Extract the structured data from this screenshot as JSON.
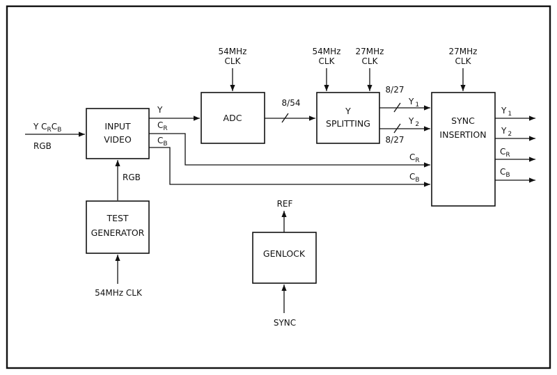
{
  "blocks": {
    "input_video": [
      "INPUT",
      "VIDEO"
    ],
    "test_generator": [
      "TEST",
      "GENERATOR"
    ],
    "adc": "ADC",
    "y_splitting": [
      "Y",
      "SPLITTING"
    ],
    "sync_insertion": [
      "SYNC",
      "INSERTION"
    ],
    "genlock": "GENLOCK"
  },
  "clocks": {
    "adc": [
      "54MHz",
      "CLK"
    ],
    "split_54": [
      "54MHz",
      "CLK"
    ],
    "split_27": [
      "27MHz",
      "CLK"
    ],
    "sync_27": [
      "27MHz",
      "CLK"
    ],
    "test_gen": "54MHz  CLK"
  },
  "signals": {
    "input_ycrcb": {
      "main1": "Y C",
      "sub1": "R",
      "main2": "C",
      "sub2": "B"
    },
    "input_rgb": "RGB",
    "test_rgb": "RGB",
    "out_y": "Y",
    "out_cr": {
      "main": "C",
      "sub": "R"
    },
    "out_cb": {
      "main": "C",
      "sub": "B"
    },
    "adc_bus": "8/54",
    "bus_top": "8/27",
    "bus_bottom": "8/27",
    "y1": {
      "main": "Y",
      "sub": "1"
    },
    "y2": {
      "main": "Y",
      "sub": "2"
    },
    "cr_in": {
      "main": "C",
      "sub": "R"
    },
    "cb_in": {
      "main": "C",
      "sub": "B"
    },
    "ref": "REF",
    "sync": "SYNC"
  },
  "outputs": [
    {
      "main": "Y",
      "sub": "1"
    },
    {
      "main": "Y",
      "sub": "2"
    },
    {
      "main": "C",
      "sub": "R"
    },
    {
      "main": "C",
      "sub": "B"
    }
  ]
}
